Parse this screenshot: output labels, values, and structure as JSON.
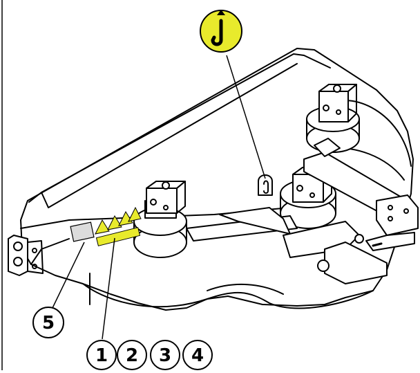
{
  "callouts": [
    {
      "id": "c5",
      "label": "5"
    },
    {
      "id": "c1",
      "label": "1"
    },
    {
      "id": "c2",
      "label": "2"
    },
    {
      "id": "c3",
      "label": "3"
    },
    {
      "id": "c4",
      "label": "4"
    }
  ],
  "lift_symbol": {
    "icon": "lifting-hook-icon",
    "color": "#e8ea2c"
  },
  "decal_colors": {
    "warning": "#e8ea2c",
    "plate": "#dcdcdc"
  },
  "line_color": "#000000"
}
